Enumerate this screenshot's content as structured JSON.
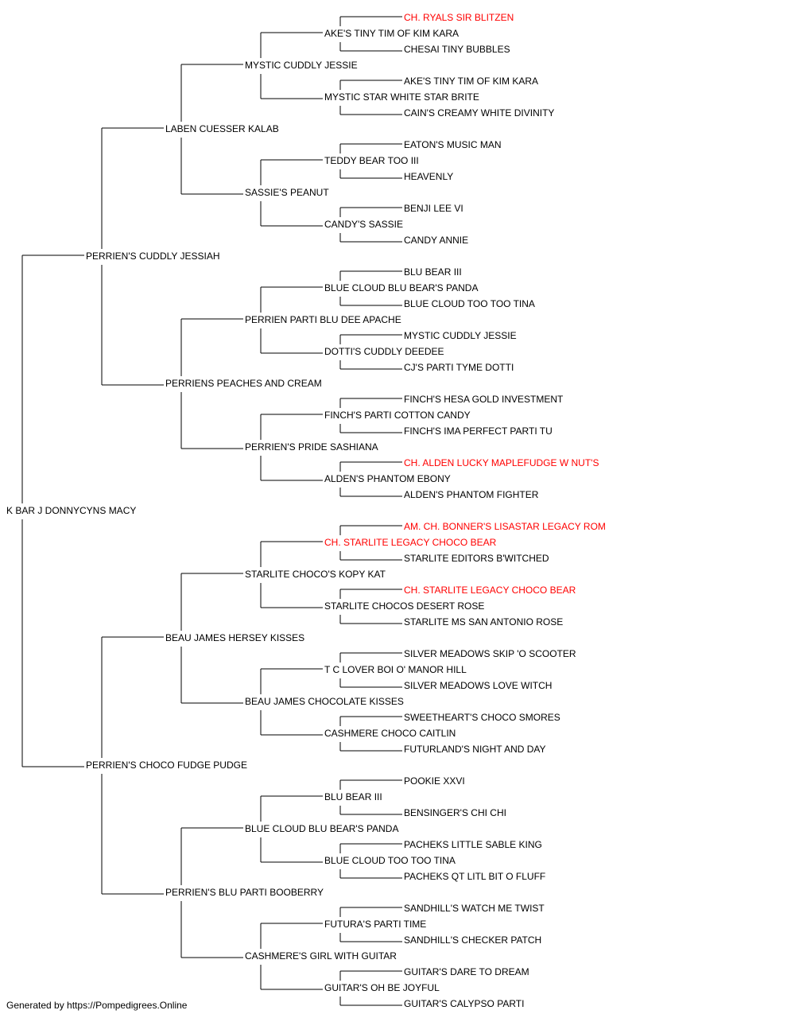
{
  "tree": {
    "name": "K BAR J DONNYCYNS MACY",
    "champion": false,
    "sire": {
      "name": "PERRIEN'S CUDDLY JESSIAH",
      "champion": false,
      "sire": {
        "name": "LABEN CUESSER KALAB",
        "champion": false,
        "sire": {
          "name": "MYSTIC CUDDLY JESSIE",
          "champion": false,
          "sire": {
            "name": "AKE'S TINY TIM OF KIM KARA",
            "champion": false,
            "sire": {
              "name": "CH. RYALS SIR BLITZEN",
              "champion": true
            },
            "dam": {
              "name": "CHESAI TINY BUBBLES",
              "champion": false
            }
          },
          "dam": {
            "name": "MYSTIC STAR WHITE STAR BRITE",
            "champion": false,
            "sire": {
              "name": "AKE'S TINY TIM OF KIM KARA",
              "champion": false
            },
            "dam": {
              "name": "CAIN'S CREAMY WHITE DIVINITY",
              "champion": false
            }
          }
        },
        "dam": {
          "name": "SASSIE'S PEANUT",
          "champion": false,
          "sire": {
            "name": "TEDDY BEAR TOO III",
            "champion": false,
            "sire": {
              "name": "EATON'S MUSIC MAN",
              "champion": false
            },
            "dam": {
              "name": "HEAVENLY",
              "champion": false
            }
          },
          "dam": {
            "name": "CANDY'S SASSIE",
            "champion": false,
            "sire": {
              "name": "BENJI LEE VI",
              "champion": false
            },
            "dam": {
              "name": "CANDY ANNIE",
              "champion": false
            }
          }
        }
      },
      "dam": {
        "name": "PERRIENS PEACHES AND CREAM",
        "champion": false,
        "sire": {
          "name": "PERRIEN PARTI BLU DEE APACHE",
          "champion": false,
          "sire": {
            "name": "BLUE CLOUD BLU BEAR'S PANDA",
            "champion": false,
            "sire": {
              "name": "BLU BEAR III",
              "champion": false
            },
            "dam": {
              "name": "BLUE CLOUD TOO TOO TINA",
              "champion": false
            }
          },
          "dam": {
            "name": "DOTTI'S CUDDLY DEEDEE",
            "champion": false,
            "sire": {
              "name": "MYSTIC CUDDLY JESSIE",
              "champion": false
            },
            "dam": {
              "name": "CJ'S PARTI TYME DOTTI",
              "champion": false
            }
          }
        },
        "dam": {
          "name": "PERRIEN'S PRIDE SASHIANA",
          "champion": false,
          "sire": {
            "name": "FINCH'S PARTI COTTON CANDY",
            "champion": false,
            "sire": {
              "name": "FINCH'S HESA GOLD INVESTMENT",
              "champion": false
            },
            "dam": {
              "name": "FINCH'S IMA PERFECT PARTI TU",
              "champion": false
            }
          },
          "dam": {
            "name": "ALDEN'S PHANTOM EBONY",
            "champion": false,
            "sire": {
              "name": "CH. ALDEN LUCKY MAPLEFUDGE W NUT'S",
              "champion": true
            },
            "dam": {
              "name": "ALDEN'S PHANTOM FIGHTER",
              "champion": false
            }
          }
        }
      }
    },
    "dam": {
      "name": "PERRIEN'S CHOCO FUDGE PUDGE",
      "champion": false,
      "sire": {
        "name": "BEAU JAMES HERSEY KISSES",
        "champion": false,
        "sire": {
          "name": "STARLITE CHOCO'S KOPY KAT",
          "champion": false,
          "sire": {
            "name": "CH. STARLITE LEGACY CHOCO BEAR",
            "champion": true,
            "sire": {
              "name": "AM. CH. BONNER'S LISASTAR LEGACY ROM",
              "champion": true
            },
            "dam": {
              "name": "STARLITE EDITORS B'WITCHED",
              "champion": false
            }
          },
          "dam": {
            "name": "STARLITE CHOCOS DESERT ROSE",
            "champion": false,
            "sire": {
              "name": "CH. STARLITE LEGACY CHOCO BEAR",
              "champion": true
            },
            "dam": {
              "name": "STARLITE MS SAN ANTONIO ROSE",
              "champion": false
            }
          }
        },
        "dam": {
          "name": "BEAU JAMES CHOCOLATE KISSES",
          "champion": false,
          "sire": {
            "name": "T C LOVER BOI O' MANOR HILL",
            "champion": false,
            "sire": {
              "name": "SILVER MEADOWS SKIP 'O SCOOTER",
              "champion": false
            },
            "dam": {
              "name": "SILVER MEADOWS LOVE WITCH",
              "champion": false
            }
          },
          "dam": {
            "name": "CASHMERE CHOCO CAITLIN",
            "champion": false,
            "sire": {
              "name": "SWEETHEART'S CHOCO SMORES",
              "champion": false
            },
            "dam": {
              "name": "FUTURLAND'S NIGHT AND DAY",
              "champion": false
            }
          }
        }
      },
      "dam": {
        "name": "PERRIEN'S BLU PARTI BOOBERRY",
        "champion": false,
        "sire": {
          "name": "BLUE CLOUD BLU BEAR'S PANDA",
          "champion": false,
          "sire": {
            "name": "BLU BEAR III",
            "champion": false,
            "sire": {
              "name": "POOKIE XXVI",
              "champion": false
            },
            "dam": {
              "name": "BENSINGER'S CHI CHI",
              "champion": false
            }
          },
          "dam": {
            "name": "BLUE CLOUD TOO TOO TINA",
            "champion": false,
            "sire": {
              "name": "PACHEKS LITTLE SABLE KING",
              "champion": false
            },
            "dam": {
              "name": "PACHEKS QT LITL BIT O FLUFF",
              "champion": false
            }
          }
        },
        "dam": {
          "name": "CASHMERE'S GIRL WITH GUITAR",
          "champion": false,
          "sire": {
            "name": "FUTURA'S PARTI TIME",
            "champion": false,
            "sire": {
              "name": "SANDHILL'S WATCH ME TWIST",
              "champion": false
            },
            "dam": {
              "name": "SANDHILL'S CHECKER PATCH",
              "champion": false
            }
          },
          "dam": {
            "name": "GUITAR'S OH BE JOYFUL",
            "champion": false,
            "sire": {
              "name": "GUITAR'S DARE TO DREAM",
              "champion": false
            },
            "dam": {
              "name": "GUITAR'S CALYPSO PARTI",
              "champion": false
            }
          }
        }
      }
    }
  },
  "colors": {
    "champion": "#ff0000",
    "regular": "#000000",
    "line": "#000000"
  },
  "footer": "Generated by https://Pompedigrees.Online"
}
